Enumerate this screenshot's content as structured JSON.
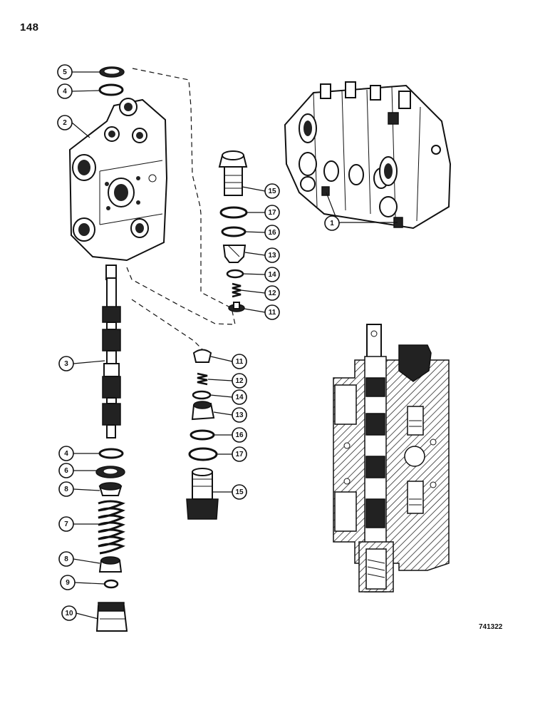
{
  "page": {
    "number": "148"
  },
  "figure": {
    "id": "741322"
  },
  "callouts": [
    {
      "key": "c5",
      "label": "5"
    },
    {
      "key": "c4a",
      "label": "4"
    },
    {
      "key": "c2",
      "label": "2"
    },
    {
      "key": "c3",
      "label": "3"
    },
    {
      "key": "c4b",
      "label": "4"
    },
    {
      "key": "c6",
      "label": "6"
    },
    {
      "key": "c8a",
      "label": "8"
    },
    {
      "key": "c7",
      "label": "7"
    },
    {
      "key": "c8b",
      "label": "8"
    },
    {
      "key": "c9",
      "label": "9"
    },
    {
      "key": "c10",
      "label": "10"
    },
    {
      "key": "c15a",
      "label": "15"
    },
    {
      "key": "c17a",
      "label": "17"
    },
    {
      "key": "c16a",
      "label": "16"
    },
    {
      "key": "c13a",
      "label": "13"
    },
    {
      "key": "c14a",
      "label": "14"
    },
    {
      "key": "c12a",
      "label": "12"
    },
    {
      "key": "c11a",
      "label": "11"
    },
    {
      "key": "c11b",
      "label": "11"
    },
    {
      "key": "c12b",
      "label": "12"
    },
    {
      "key": "c14b",
      "label": "14"
    },
    {
      "key": "c13b",
      "label": "13"
    },
    {
      "key": "c16b",
      "label": "16"
    },
    {
      "key": "c17b",
      "label": "17"
    },
    {
      "key": "c15b",
      "label": "15"
    },
    {
      "key": "c1",
      "label": "1"
    }
  ]
}
